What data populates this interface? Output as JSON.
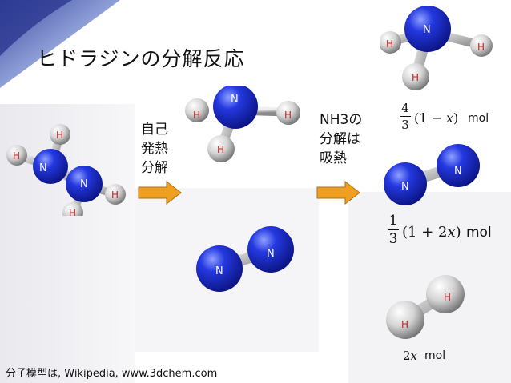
{
  "title": "ヒドラジンの分解反応",
  "arrow1": {
    "label_lines": [
      "自己",
      "発熱",
      "分解"
    ]
  },
  "arrow2": {
    "label_lines": [
      "NH3の",
      "分解は",
      "吸熱"
    ]
  },
  "atoms": {
    "nitrogen": "N",
    "hydrogen": "H"
  },
  "products": {
    "ammonia": {
      "num": "4",
      "den": "3",
      "expr": "(1 − 𝑥)",
      "unit": "mol"
    },
    "nitrogen": {
      "num": "1",
      "den": "3",
      "expr": "(1 + 2𝑥)",
      "unit": "mol"
    },
    "hydrogen": {
      "expr": "2𝑥",
      "unit": "mol"
    }
  },
  "credit": "分子模型は, Wikipedia, www.3dchem.com",
  "colors": {
    "nitrogen": "#1a2fd6",
    "hydrogen": "#d8d8d8",
    "h_label": "#cc2222",
    "n_label": "#ffffff",
    "arrow": "#f0a020"
  }
}
